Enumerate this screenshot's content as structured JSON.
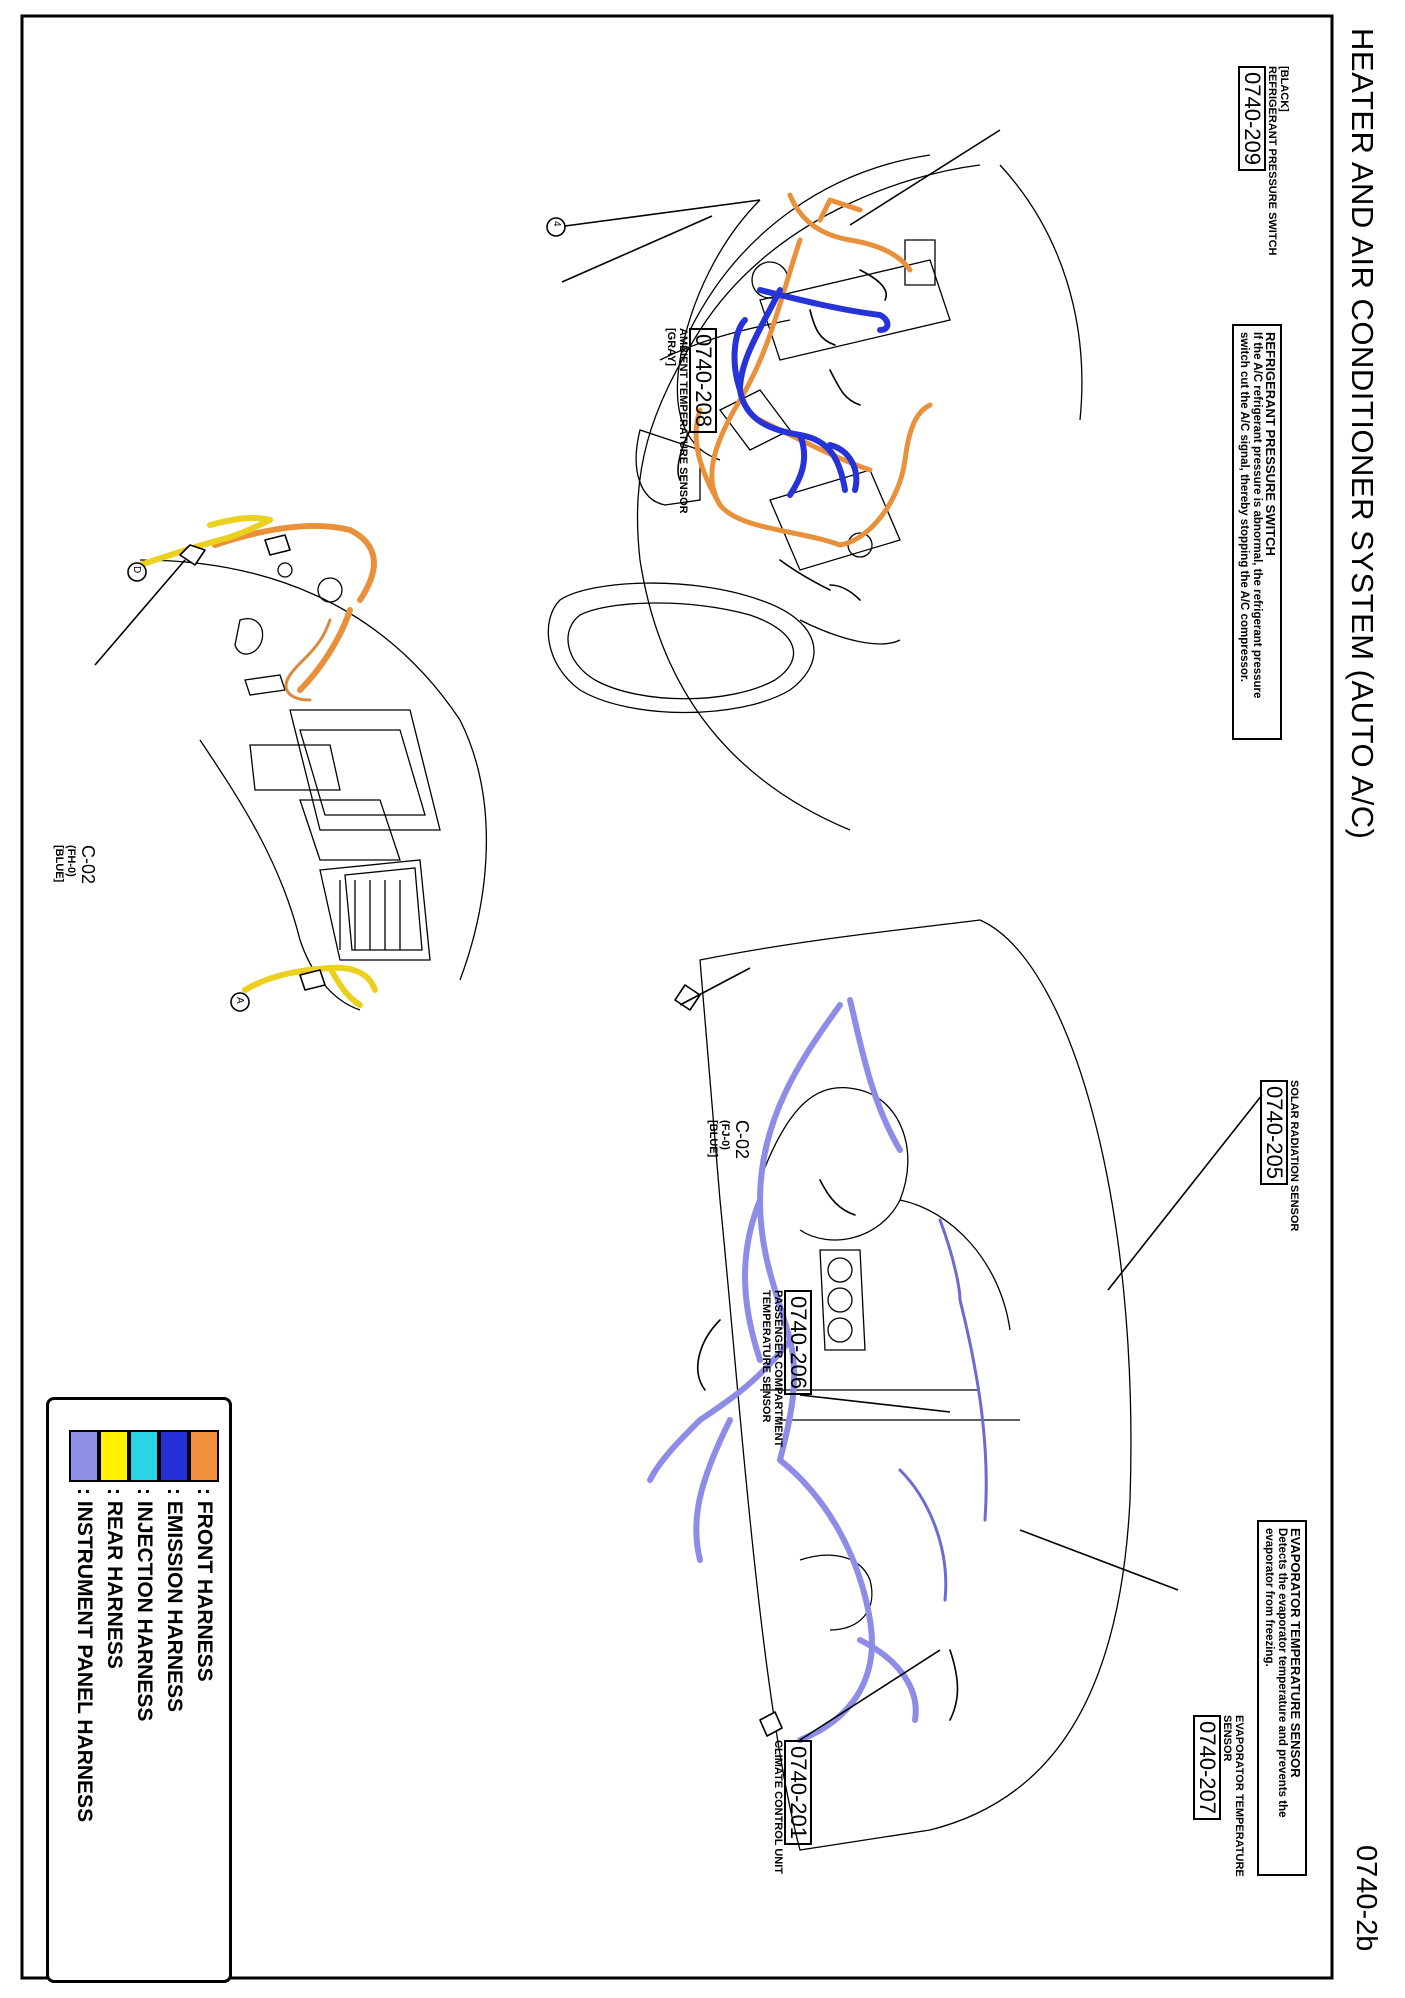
{
  "header": {
    "title": "HEATER AND AIR CONDITIONER SYSTEM (AUTO A/C)",
    "page_number": "0740-2b"
  },
  "callouts": {
    "c209": {
      "code": "0740-209",
      "name": "REFRIGERANT PRESSURE SWITCH",
      "color": "[BLACK]"
    },
    "c208": {
      "code": "0740-208",
      "name": "AMBIENT TEMPERATURE SENSOR",
      "color": "[GRAY]"
    },
    "c205": {
      "code": "0740-205",
      "name": "SOLAR RADIATION SENSOR"
    },
    "c206": {
      "code": "0740-206",
      "name_line1": "PASSENGER COMPARTMENT",
      "name_line2": "TEMPERATURE SENSOR"
    },
    "c207": {
      "code": "0740-207",
      "name_line1": "EVAPORATOR TEMPERATURE",
      "name_line2": "SENSOR"
    },
    "c201": {
      "code": "0740-201",
      "name": "CLIMATE CONTROL UNIT"
    },
    "c02_front": {
      "code": "C-02",
      "sub": "(FJ-0)",
      "color": "[BLUE]"
    },
    "c02_rear": {
      "code": "C-02",
      "sub": "(FH-0)",
      "color": "[BLUE]"
    },
    "marker_4": "4",
    "marker_d": "D",
    "marker_a": "A"
  },
  "notes": {
    "pressure_switch": {
      "title": "REFRIGERANT PRESSURE SWITCH",
      "text": "If the A/C refrigerant pressure is abnormal, the refrigerant pressure switch cut the A/C signal, thereby stopping the A/C compressor."
    },
    "evaporator_sensor": {
      "title": "EVAPORATOR TEMPERATURE SENSOR",
      "text": "Detects the evaporator temperature and prevents the evaporator from freezing."
    }
  },
  "legend": {
    "items": [
      {
        "label": ": FRONT HARNESS",
        "color": "#f0903a"
      },
      {
        "label": ": EMISSION HARNESS",
        "color": "#2431d6"
      },
      {
        "label": ": INJECTION HARNESS",
        "color": "#2ad4e6"
      },
      {
        "label": ": REAR HARNESS",
        "color": "#fff200"
      },
      {
        "label": ": INSTRUMENT PANEL HARNESS",
        "color": "#8f8fe6"
      }
    ]
  }
}
